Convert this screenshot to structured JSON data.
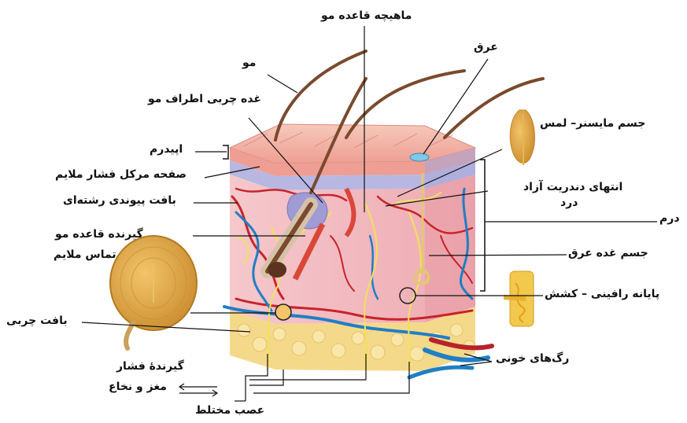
{
  "labels": {
    "hair": "مو",
    "arrector_pili": "ماهیچه قاعده مو",
    "sweat": "عرق",
    "sebaceous": "غده چربی اطراف مو",
    "meissner": "جسم مایسنر– لمس",
    "epidermis": "اپیدرم",
    "merkel": "صفحه مرکل فشار ملایم",
    "connective": "بافت پیوندی رشته‌ای",
    "free_endings_1": "انتهای دندریت آزاد",
    "free_endings_2": "درد",
    "dermis": "درم",
    "hair_receptor": "گیرنده قاعده مو",
    "sweat_gland": "جسم غده عرق",
    "light_touch": "تماس ملایم",
    "ruffini": "پایانه رافینی – کشش",
    "fat": "بافت چربی",
    "vessels": "رگ‌های خونی",
    "pacinian": "گیرندهٔ فشار",
    "cns": "مغز و نخاع",
    "mixed_nerve": "عصب مختلط"
  },
  "colors": {
    "epidermis_top": "#f1b7a8",
    "epidermis_side": "#e9a091",
    "basal_layer": "#b7b6e0",
    "dermis": "#f3c2c6",
    "fat": "#f5d98a",
    "artery": "#c8232b",
    "vein": "#1f7fc4",
    "nerve": "#f2e15a",
    "hair": "#7a4a2e",
    "receptor": "#d79a3a"
  }
}
